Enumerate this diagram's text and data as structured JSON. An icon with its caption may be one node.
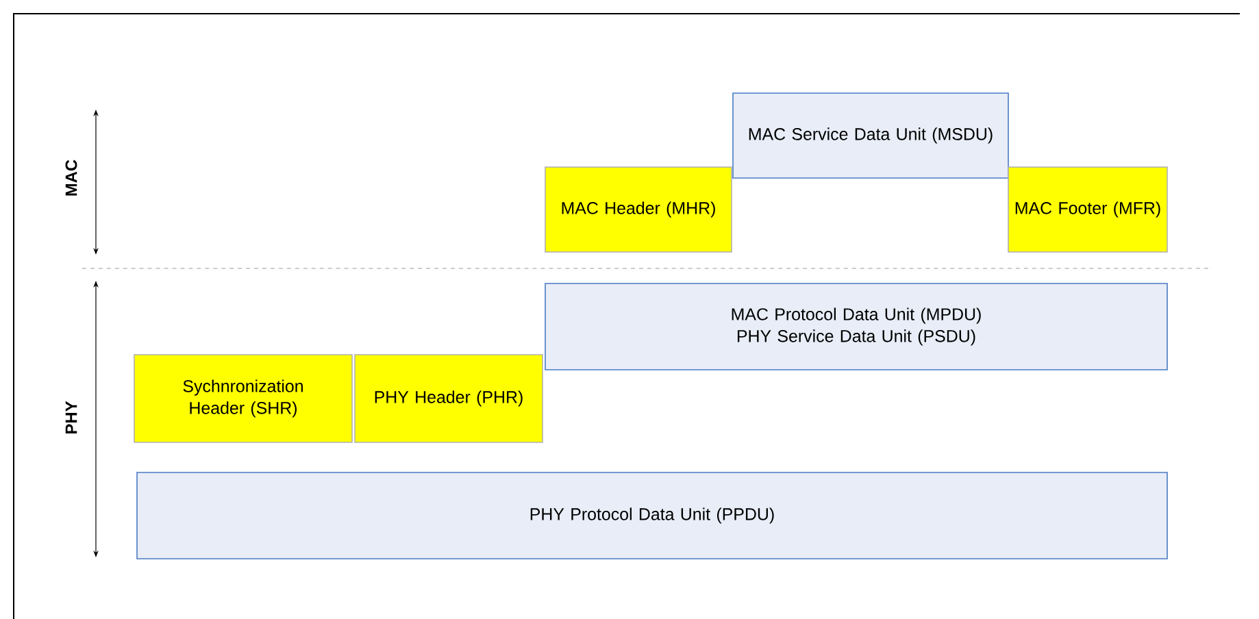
{
  "diagram": {
    "nodes": [
      {
        "text": [
          "MAC Service Data Unit (MSDU)"
        ]
      },
      {
        "text": [
          "MAC Header (MHR)"
        ]
      },
      {
        "text": [
          "MAC Footer (MFR)"
        ]
      },
      {
        "text": [
          "MAC Protocol Data Unit (MPDU)",
          "PHY Service Data Unit (PSDU)"
        ]
      },
      {
        "text": [
          "Sychnronization Header (SHR)"
        ]
      },
      {
        "text": [
          "PHY Header (PHR)"
        ]
      },
      {
        "text": [
          "PHY Protocol Data Unit (PPDU)"
        ]
      }
    ],
    "labels": [
      "MAC",
      "PHY"
    ]
  }
}
